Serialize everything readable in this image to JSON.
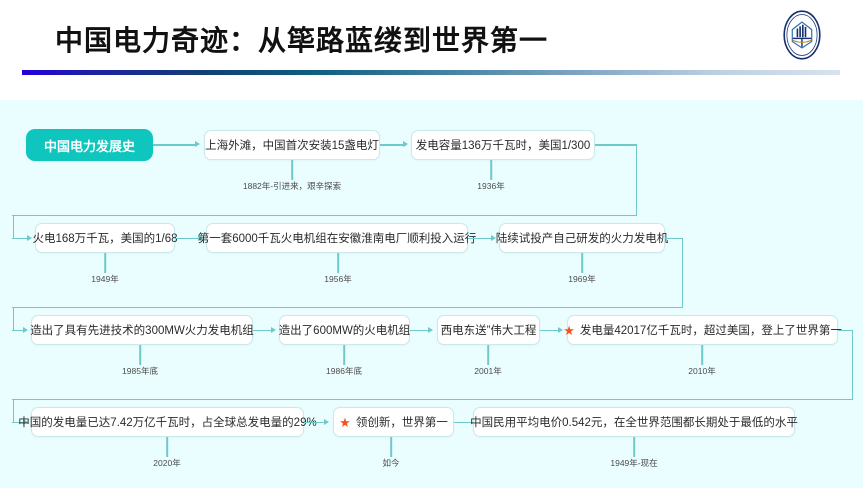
{
  "header": {
    "title": "中国电力奇迹：从筚路蓝缕到世界第一",
    "logo_name": "hefei-university-of-technology-seal",
    "rule_colors": [
      "#2200dd",
      "#0d5d7e",
      "#d7e3ee"
    ]
  },
  "theme": {
    "panel_bg": "#eafdff",
    "accent_teal": "#0ec6be",
    "connector": "#6ec9ca",
    "node_border": "#c9e9ea",
    "star": "#f4541f"
  },
  "flow": {
    "root_label": "中国电力发展史",
    "rows": [
      {
        "nodes": [
          {
            "text": "上海外滩，中国首次安装15盏电灯",
            "star": false,
            "date": "1882年-引进来，艰辛探索"
          },
          {
            "text": "发电容量136万千瓦时，美国1/300",
            "star": false,
            "date": "1936年"
          }
        ]
      },
      {
        "nodes": [
          {
            "text": "火电168万千瓦，美国的1/68",
            "star": false,
            "date": "1949年"
          },
          {
            "text": "第一套6000千瓦火电机组在安徽淮南电厂顺利投入运行",
            "star": false,
            "date": "1956年"
          },
          {
            "text": "陆续试投产自己研发的火力发电机",
            "star": false,
            "date": "1969年"
          }
        ]
      },
      {
        "nodes": [
          {
            "text": "造出了具有先进技术的300MW火力发电机组",
            "star": false,
            "date": "1985年底"
          },
          {
            "text": "造出了600MW的火电机组",
            "star": false,
            "date": "1986年底"
          },
          {
            "text": "西电东送”伟大工程",
            "star": false,
            "date": "2001年"
          },
          {
            "text": "发电量42017亿千瓦时，超过美国，登上了世界第一",
            "star": true,
            "date": "2010年"
          }
        ]
      },
      {
        "nodes": [
          {
            "text": "中国的发电量已达7.42万亿千瓦时，占全球总发电量的29%",
            "star": false,
            "date": "2020年"
          },
          {
            "text": "领创新，世界第一",
            "star": true,
            "date": "如今"
          },
          {
            "text": "中国民用平均电价0.542元，在全世界范围都长期处于最低的水平",
            "star": false,
            "date": "1949年-现在"
          }
        ]
      }
    ]
  }
}
